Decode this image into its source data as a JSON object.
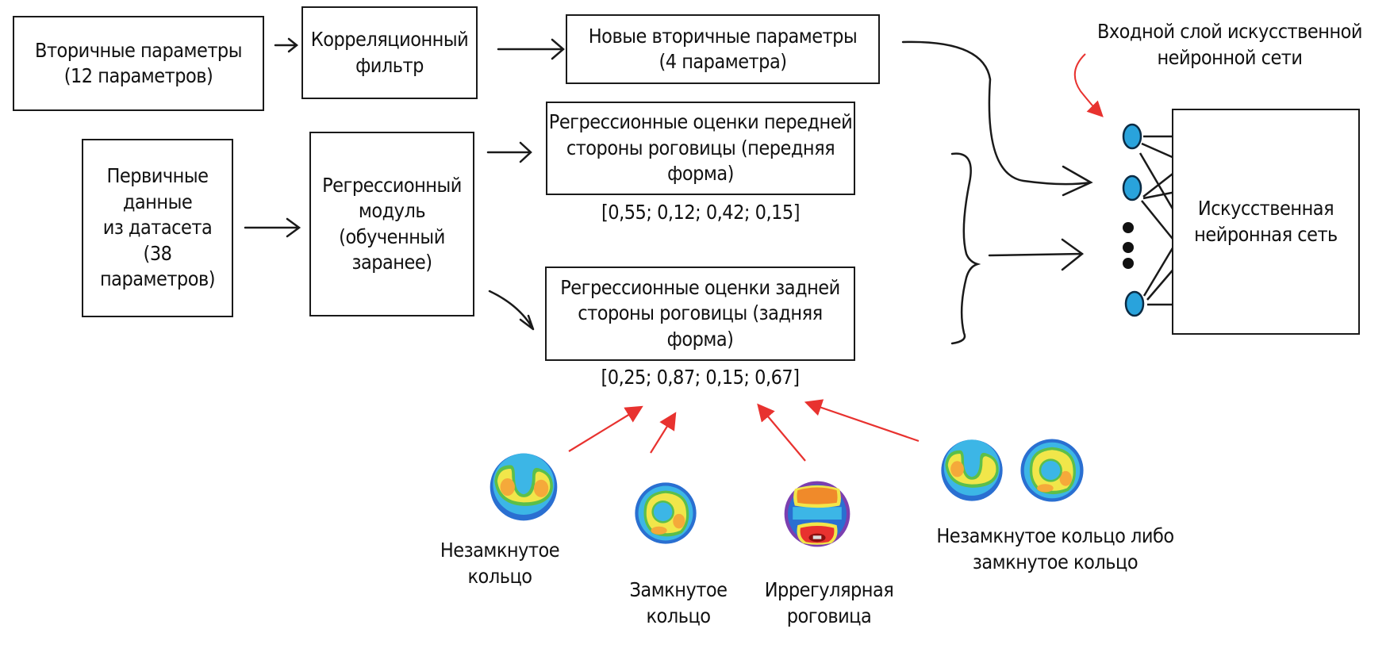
{
  "boxes": {
    "secondary_params": "Вторичные параметры\n(12 параметров)",
    "correlation_filter": "Корреляционный\nфильтр",
    "new_secondary_params": "Новые вторичные параметры\n(4 параметра)",
    "primary_data": "Первичные\nданные\nиз датасета\n(38\nпараметров)",
    "regression_module": "Регрессионный\nмодуль\n(обученный\nзаранее)",
    "anterior_estimates": "Регрессионные оценки передней\nстороны роговицы (передняя форма)",
    "posterior_estimates": "Регрессионные оценки задней\nстороны роговицы (задняя форма)",
    "neural_network": "Искусственная\nнейронная сеть"
  },
  "vectors": {
    "anterior": "[0,55; 0,12; 0,42; 0,15]",
    "posterior": "[0,25; 0,87; 0,15; 0,67]"
  },
  "input_layer_label": "Входной слой искусственной\nнейронной сети",
  "examples": [
    {
      "label": "Незамкнутое\nкольцо",
      "pattern": "open-ring"
    },
    {
      "label": "Замкнутое\nкольцо",
      "pattern": "closed-ring"
    },
    {
      "label": "Иррегулярная\nроговица",
      "pattern": "irregular"
    },
    {
      "label": "Незамкнутое кольцо либо\nзамкнутое кольцо",
      "pattern": "open-or-closed-ring"
    }
  ],
  "colors": {
    "node_fill": "#29a3dc",
    "annotation_arrow": "#e8322f",
    "line": "#1a1a1a"
  }
}
